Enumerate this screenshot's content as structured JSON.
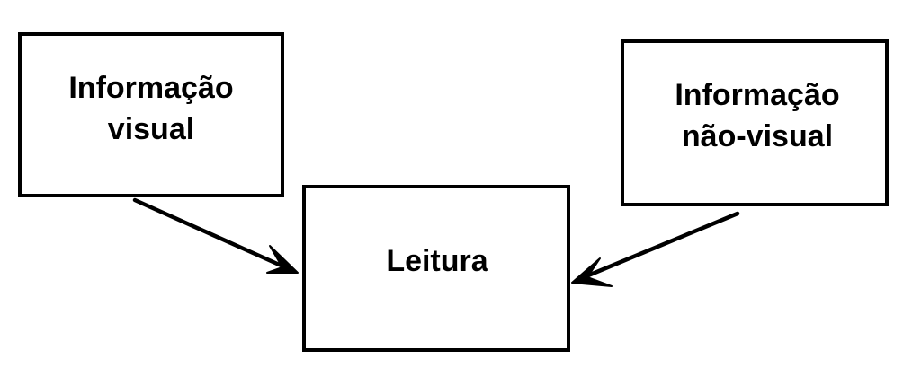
{
  "diagram": {
    "visual_info": {
      "line1": "Informação",
      "line2": "visual"
    },
    "nonvisual_info": {
      "line1": "Informação",
      "line2": "não-visual"
    },
    "reading": {
      "label": "Leitura"
    },
    "colors": {
      "stroke": "#000000",
      "background": "#ffffff"
    }
  }
}
